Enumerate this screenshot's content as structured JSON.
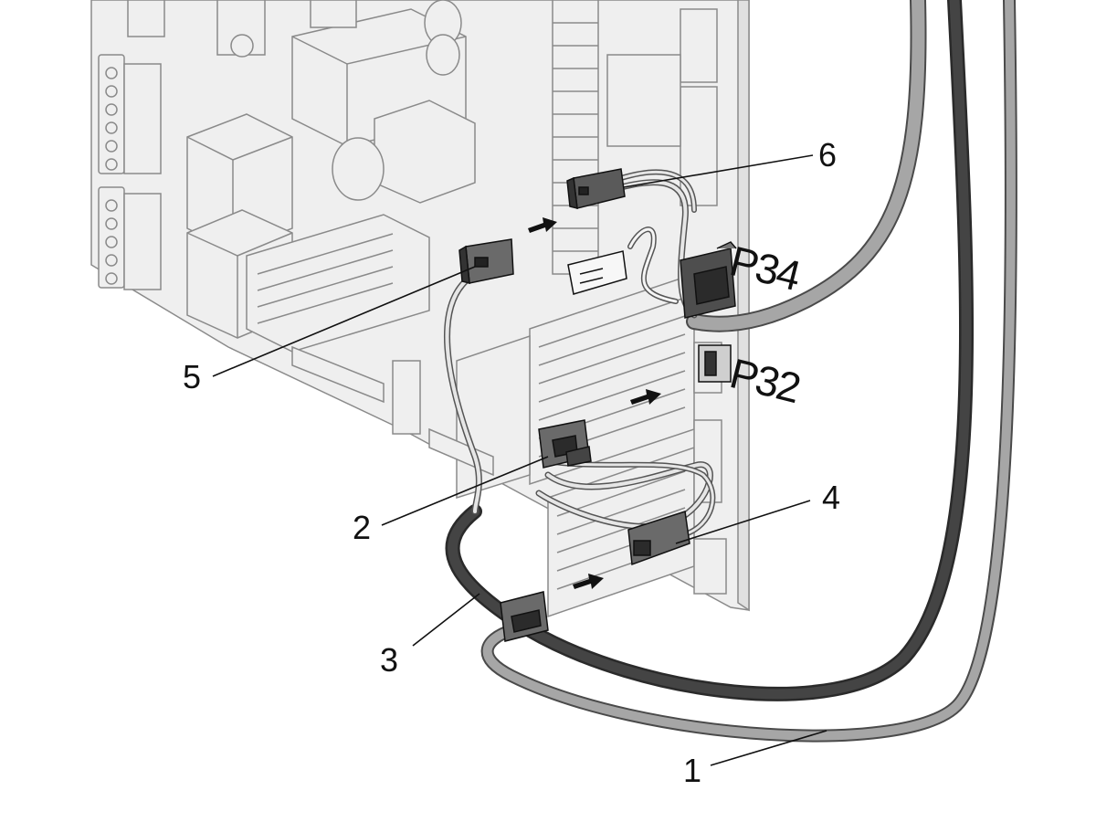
{
  "diagram": {
    "callouts": [
      {
        "id": "1",
        "text": "1"
      },
      {
        "id": "2",
        "text": "2"
      },
      {
        "id": "3",
        "text": "3"
      },
      {
        "id": "4",
        "text": "4"
      },
      {
        "id": "5",
        "text": "5"
      },
      {
        "id": "6",
        "text": "6"
      }
    ],
    "ports": [
      {
        "id": "p34",
        "text": "P34"
      },
      {
        "id": "p32",
        "text": "P32"
      }
    ],
    "colors": {
      "board_fill": "#efefef",
      "board_stroke": "#8a8a8a",
      "cable_dark": "#3b3b3b",
      "cable_light": "#9a9a9a",
      "connector_dark": "#5a5a5a",
      "arrow": "#111111",
      "leader": "#111111"
    }
  }
}
